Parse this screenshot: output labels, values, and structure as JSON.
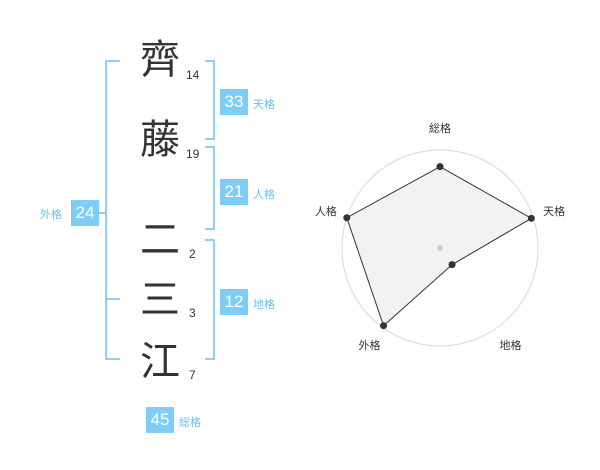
{
  "name_chars": [
    {
      "char": "齊",
      "strokes": "14"
    },
    {
      "char": "藤",
      "strokes": "19"
    },
    {
      "char": "二",
      "strokes": "2"
    },
    {
      "char": "三",
      "strokes": "3"
    },
    {
      "char": "江",
      "strokes": "7"
    }
  ],
  "scores": {
    "tenkaku": {
      "value": "33",
      "label": "天格"
    },
    "jinkaku": {
      "value": "21",
      "label": "人格"
    },
    "chikaku": {
      "value": "12",
      "label": "地格"
    },
    "gaikaku": {
      "value": "24",
      "label": "外格"
    },
    "soukaku": {
      "value": "45",
      "label": "総格"
    }
  },
  "colors": {
    "accent": "#7fccf7",
    "label_text": "#6ec1ee",
    "bracket": "#6ec1ee"
  },
  "chart_data": {
    "type": "radar",
    "axes": [
      "総格",
      "天格",
      "地格",
      "外格",
      "人格"
    ],
    "values": [
      0.83,
      0.98,
      0.21,
      0.98,
      1.0
    ],
    "rings": 5,
    "fill": "#f0f0f0"
  }
}
